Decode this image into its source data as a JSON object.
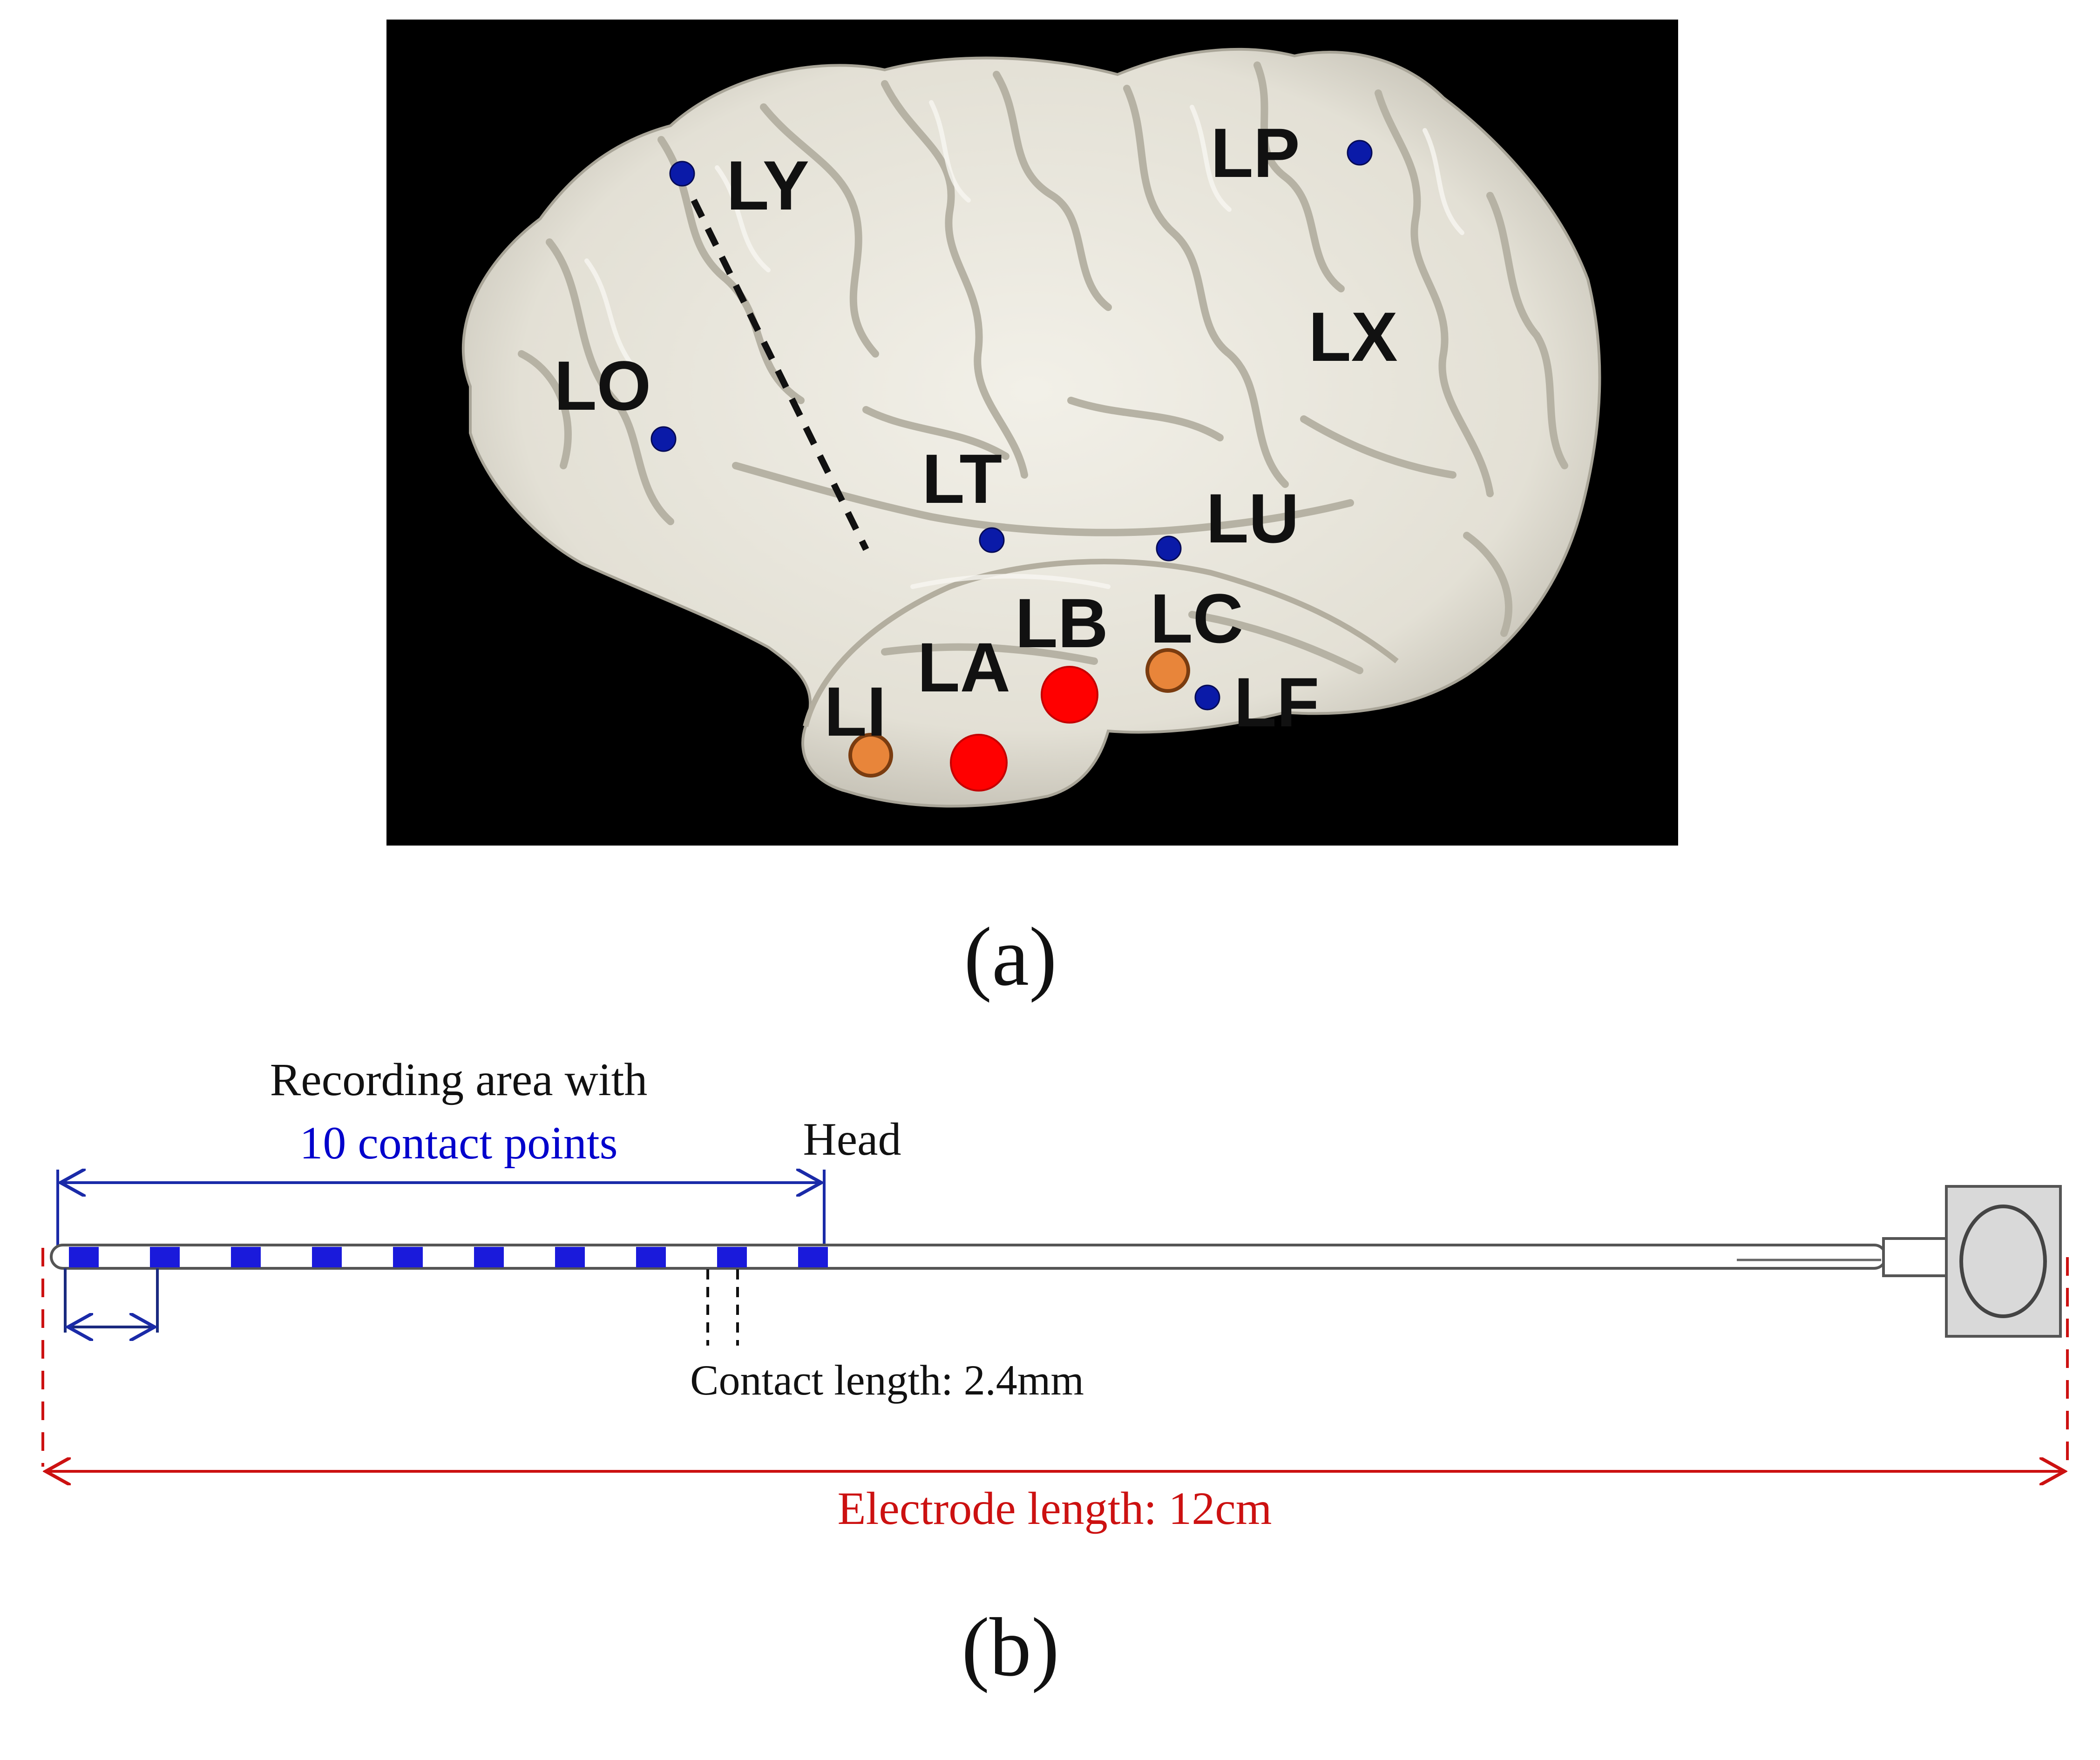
{
  "panel_a": {
    "caption": "(a)",
    "electrode_labels": [
      "LY",
      "LP",
      "LO",
      "LX",
      "LT",
      "LU",
      "LB",
      "LC",
      "LA",
      "LI",
      "LF"
    ],
    "colors": {
      "background": "#000000",
      "brain": "#e8e6dc",
      "blue_contact": "#0a1aa8",
      "red_contact": "#ff0000",
      "orange_contact": "#e8853a"
    }
  },
  "panel_b": {
    "caption": "(b)",
    "recording_area_line1": "Recording area with",
    "recording_area_line2": "10 contact points",
    "head_label": "Head",
    "contact_length_label": "Contact length: 2.4mm",
    "electrode_length_label": "Electrode length: 12cm",
    "contact_count": 10,
    "colors": {
      "recording_text": "#0000cc",
      "electrode_length": "#cc1111",
      "contact": "#1a1adb",
      "dim_arrow": "#1a2a80"
    }
  }
}
